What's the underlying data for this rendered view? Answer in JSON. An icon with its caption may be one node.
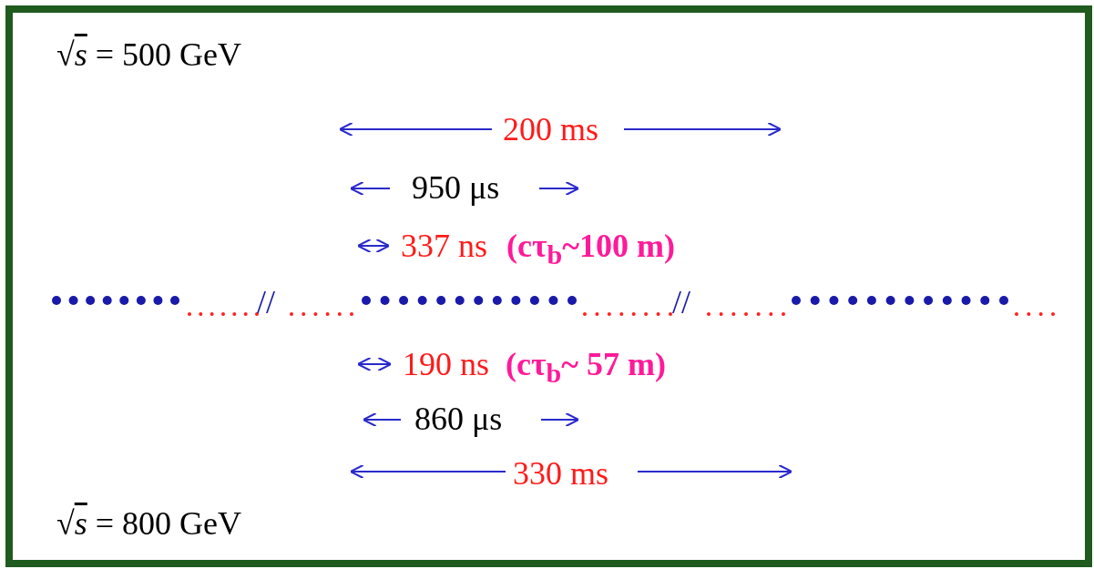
{
  "diagram": {
    "labels": [
      "√*s* = 500 GeV",
      "200 ms",
      "950 μs",
      "337 ns",
      "(cτ$_{b}$~100 m)",
      "//",
      "//",
      "190 ns",
      "(cτ$_{b}$~ 57 m)",
      "860 μs",
      "330 ms",
      "√*s* = 800 GeV"
    ]
  }
}
